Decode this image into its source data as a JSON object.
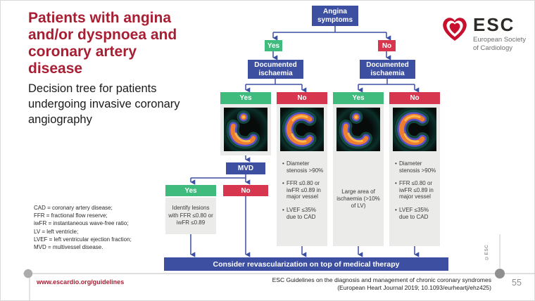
{
  "slide": {
    "title": "Patients with angina and/or dyspnoea and coronary artery disease",
    "subtitle": "Decision tree for patients undergoing invasive coronary angiography",
    "page_number": "55",
    "footer_url": "www.escardio.org/guidelines",
    "citation_line1": "ESC Guidelines on the diagnosis and management of chronic coronary syndromes",
    "citation_line2": "(European Heart Journal 2019; 10.1093/eurheartj/ehz425)",
    "copyright_vertical": "©ESC"
  },
  "logo": {
    "acronym": "ESC",
    "subtitle_line1": "European Society",
    "subtitle_line2": "of Cardiology",
    "icon": "esc-heart-icon"
  },
  "flowchart": {
    "root_label": "Angina symptoms",
    "yes_label": "Yes",
    "no_label": "No",
    "documented_left": "Documented ischaemia",
    "documented_right": "Documented ischaemia",
    "mvd_label": "MVD",
    "mvd_yes_label": "Yes",
    "mvd_no_label": "No",
    "identify_text": "Identify lesions with FFR ≤0.80 or iwFR ≤0.89",
    "columns": [
      {
        "header": "Yes",
        "image": "perfusion-scan-with-defect"
      },
      {
        "header": "No",
        "image": "perfusion-scan-normal",
        "bullets": [
          "Diameter stenosis >90%",
          "FFR ≤0.80 or iwFR ≤0.89 in major vessel",
          "LVEF ≤35% due to CAD"
        ]
      },
      {
        "header": "Yes",
        "image": "perfusion-scan-with-defect",
        "body": "Large area of ischaemia (>10% of LV)"
      },
      {
        "header": "No",
        "image": "perfusion-scan-normal",
        "bullets": [
          "Diameter stenosis >90%",
          "FFR ≤0.80 or iwFR ≤0.89 in major vessel",
          "LVEF ≤35% due to CAD"
        ]
      }
    ],
    "outcome_label": "Consider revascularization on top of medical therapy"
  },
  "abbreviations": [
    "CAD = coronary artery disease;",
    "FFR = fractional flow reserve;",
    "iwFR = instantaneous wave-free ratio;",
    "LV = left ventricle;",
    "LVEF = left ventricular ejection fraction;",
    "MVD = multivessel disease."
  ],
  "colors": {
    "title_red": "#a81e32",
    "box_blue": "#3d4fa1",
    "yes_green": "#3fbc7d",
    "no_red": "#d6374f",
    "card_gray": "#ebebe9",
    "logo_red": "#c8102e"
  }
}
